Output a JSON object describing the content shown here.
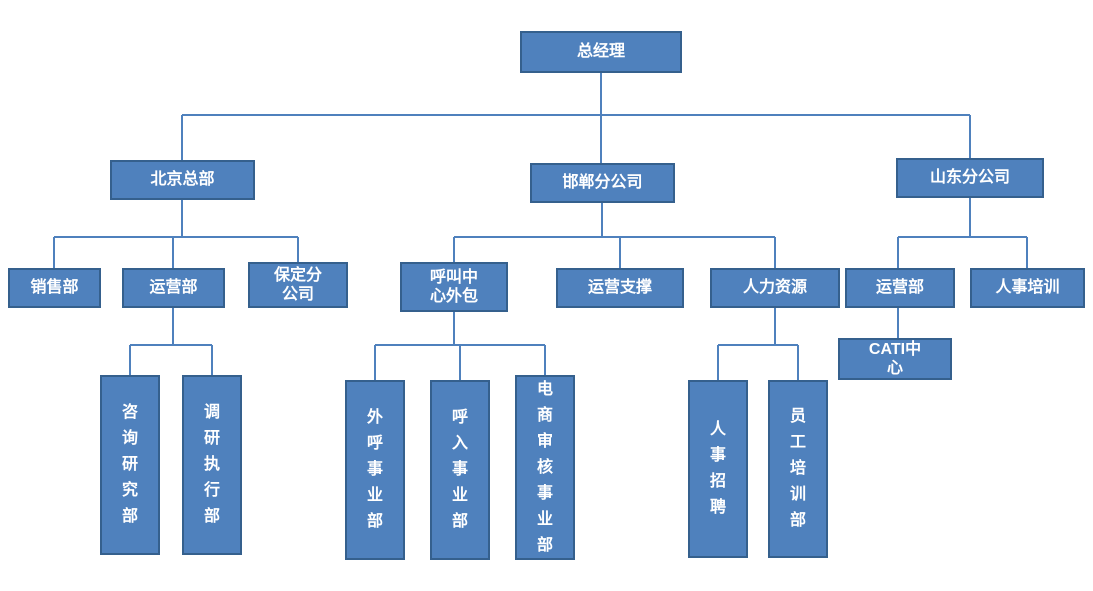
{
  "org_chart": {
    "colors": {
      "box_fill": "#4F81BD",
      "box_border": "#35608D",
      "box_text": "#FFFFFF",
      "connector": "#4F81BD",
      "background": "#FFFFFF"
    },
    "nodes": {
      "ceo": "总经理",
      "beijing_hq": "北京总部",
      "handan_branch": "邯郸分公司",
      "shandong_branch": "山东分公司",
      "sales_dept": "销售部",
      "operations_dept_beijing": "运营部",
      "baoding_branch": "保定分公司",
      "call_center_outsourcing": "呼叫中心外包",
      "operations_support": "运营支撑",
      "human_resources": "人力资源",
      "operations_dept_shandong": "运营部",
      "personnel_training": "人事培训",
      "consulting_research_dept": "咨询研究部",
      "research_execution_dept": "调研执行部",
      "outbound_call_division": "外呼事业部",
      "inbound_call_division": "呼入事业部",
      "ecommerce_audit_division": "电商审核事业部",
      "hr_recruitment": "人事招聘",
      "employee_training_dept": "员工培训部",
      "cati_center": "CATI中心"
    },
    "edges": [
      [
        "ceo",
        "beijing_hq"
      ],
      [
        "ceo",
        "handan_branch"
      ],
      [
        "ceo",
        "shandong_branch"
      ],
      [
        "beijing_hq",
        "sales_dept"
      ],
      [
        "beijing_hq",
        "operations_dept_beijing"
      ],
      [
        "beijing_hq",
        "baoding_branch"
      ],
      [
        "operations_dept_beijing",
        "consulting_research_dept"
      ],
      [
        "operations_dept_beijing",
        "research_execution_dept"
      ],
      [
        "handan_branch",
        "call_center_outsourcing"
      ],
      [
        "handan_branch",
        "operations_support"
      ],
      [
        "handan_branch",
        "human_resources"
      ],
      [
        "call_center_outsourcing",
        "outbound_call_division"
      ],
      [
        "call_center_outsourcing",
        "inbound_call_division"
      ],
      [
        "call_center_outsourcing",
        "ecommerce_audit_division"
      ],
      [
        "human_resources",
        "hr_recruitment"
      ],
      [
        "human_resources",
        "employee_training_dept"
      ],
      [
        "shandong_branch",
        "operations_dept_shandong"
      ],
      [
        "shandong_branch",
        "personnel_training"
      ],
      [
        "operations_dept_shandong",
        "cati_center"
      ]
    ]
  }
}
